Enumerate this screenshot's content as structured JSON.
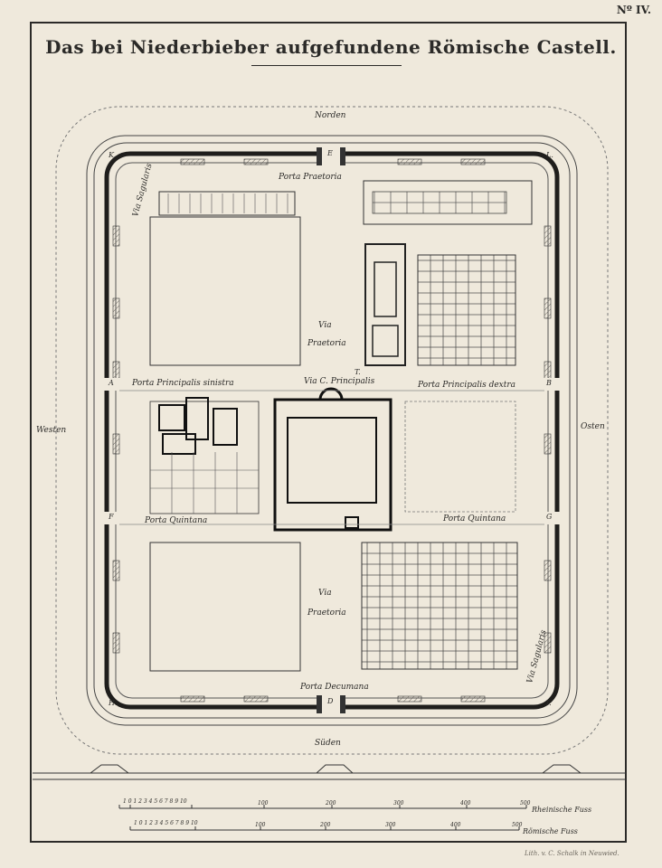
{
  "plate_number": "Nº IV.",
  "title": "Das bei Niederbieber aufgefundene Römische Castell.",
  "directions": {
    "north": "Norden",
    "south": "Süden",
    "west": "Westen",
    "east": "Osten"
  },
  "gates": {
    "praetoria": "Porta Praetoria",
    "principalis_sinistra": "Porta Principalis sinistra",
    "principalis_dextra": "Porta Principalis dextra",
    "quintana_left": "Porta Quintana",
    "quintana_right": "Porta Quintana",
    "decumana": "Porta Decumana"
  },
  "roads": {
    "sagularis_nw": "Via Sagularis",
    "sagularis_se": "Via Sagularis",
    "praetoria_upper_1": "Via",
    "praetoria_upper_2": "Praetoria",
    "principalis": "Via C. Principalis",
    "praetoria_lower_1": "Via",
    "praetoria_lower_2": "Praetoria"
  },
  "corner_letters": {
    "nw": "K.",
    "ne": "L.",
    "sw": "H.",
    "se": "I.",
    "north_gate": "E",
    "south_gate": "D",
    "west_upper": "A",
    "west_lower": "F",
    "east_upper": "B",
    "east_lower": "G",
    "center": "T."
  },
  "scales": {
    "rheinish": {
      "ticks": [
        "1",
        "0",
        "1",
        "2",
        "3",
        "4",
        "5",
        "6",
        "7",
        "8",
        "9",
        "10"
      ],
      "marks": [
        "100",
        "200",
        "300",
        "400",
        "500"
      ],
      "unit": "Rheinische Fuss"
    },
    "roman": {
      "ticks": [
        "1",
        "0",
        "1",
        "2",
        "3",
        "4",
        "5",
        "6",
        "7",
        "8",
        "9",
        "10"
      ],
      "marks": [
        "100",
        "200",
        "300",
        "400",
        "500"
      ],
      "unit": "Römische Fuss"
    }
  },
  "imprint": "Lith. v. C. Schalk in Neuwied."
}
